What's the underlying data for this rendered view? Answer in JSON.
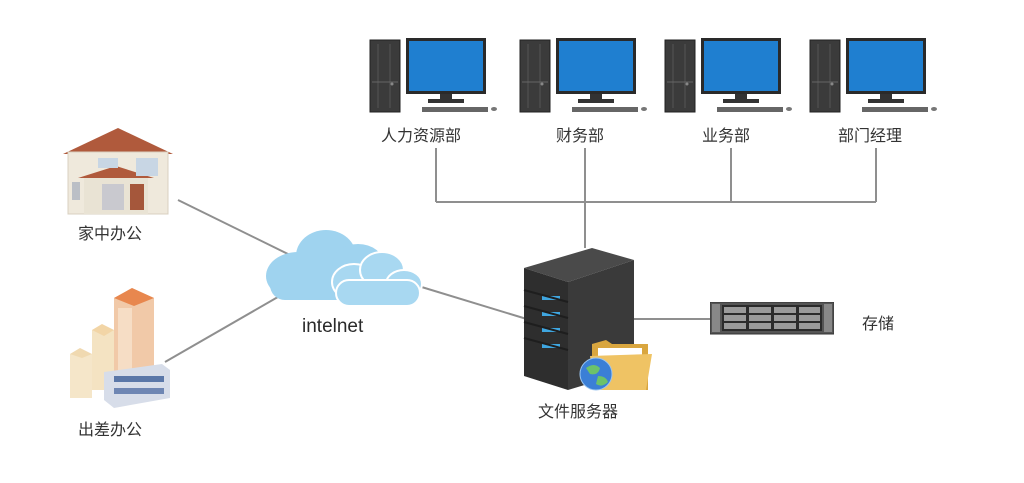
{
  "diagram": {
    "type": "network-topology",
    "workstations": [
      {
        "id": "hr",
        "label": "人力资源部"
      },
      {
        "id": "finance",
        "label": "财务部"
      },
      {
        "id": "business",
        "label": "业务部"
      },
      {
        "id": "manager",
        "label": "部门经理"
      }
    ],
    "remote_sites": [
      {
        "id": "home",
        "label": "家中办公"
      },
      {
        "id": "travel",
        "label": "出差办公"
      }
    ],
    "cloud": {
      "label": "intelnet"
    },
    "server": {
      "label": "文件服务器"
    },
    "storage": {
      "label": "存储"
    },
    "connections": [
      [
        "hr",
        "server"
      ],
      [
        "finance",
        "server"
      ],
      [
        "business",
        "server"
      ],
      [
        "manager",
        "server"
      ],
      [
        "home",
        "cloud"
      ],
      [
        "travel",
        "cloud"
      ],
      [
        "cloud",
        "server"
      ],
      [
        "server",
        "storage"
      ]
    ],
    "colors": {
      "wire": "#8a8a8a",
      "screen": "#1f7fd0",
      "tower": "#3a3a3a",
      "cloud": "#9fd3ef",
      "roof": "#b05a3c",
      "folder": "#e7b54a"
    }
  }
}
